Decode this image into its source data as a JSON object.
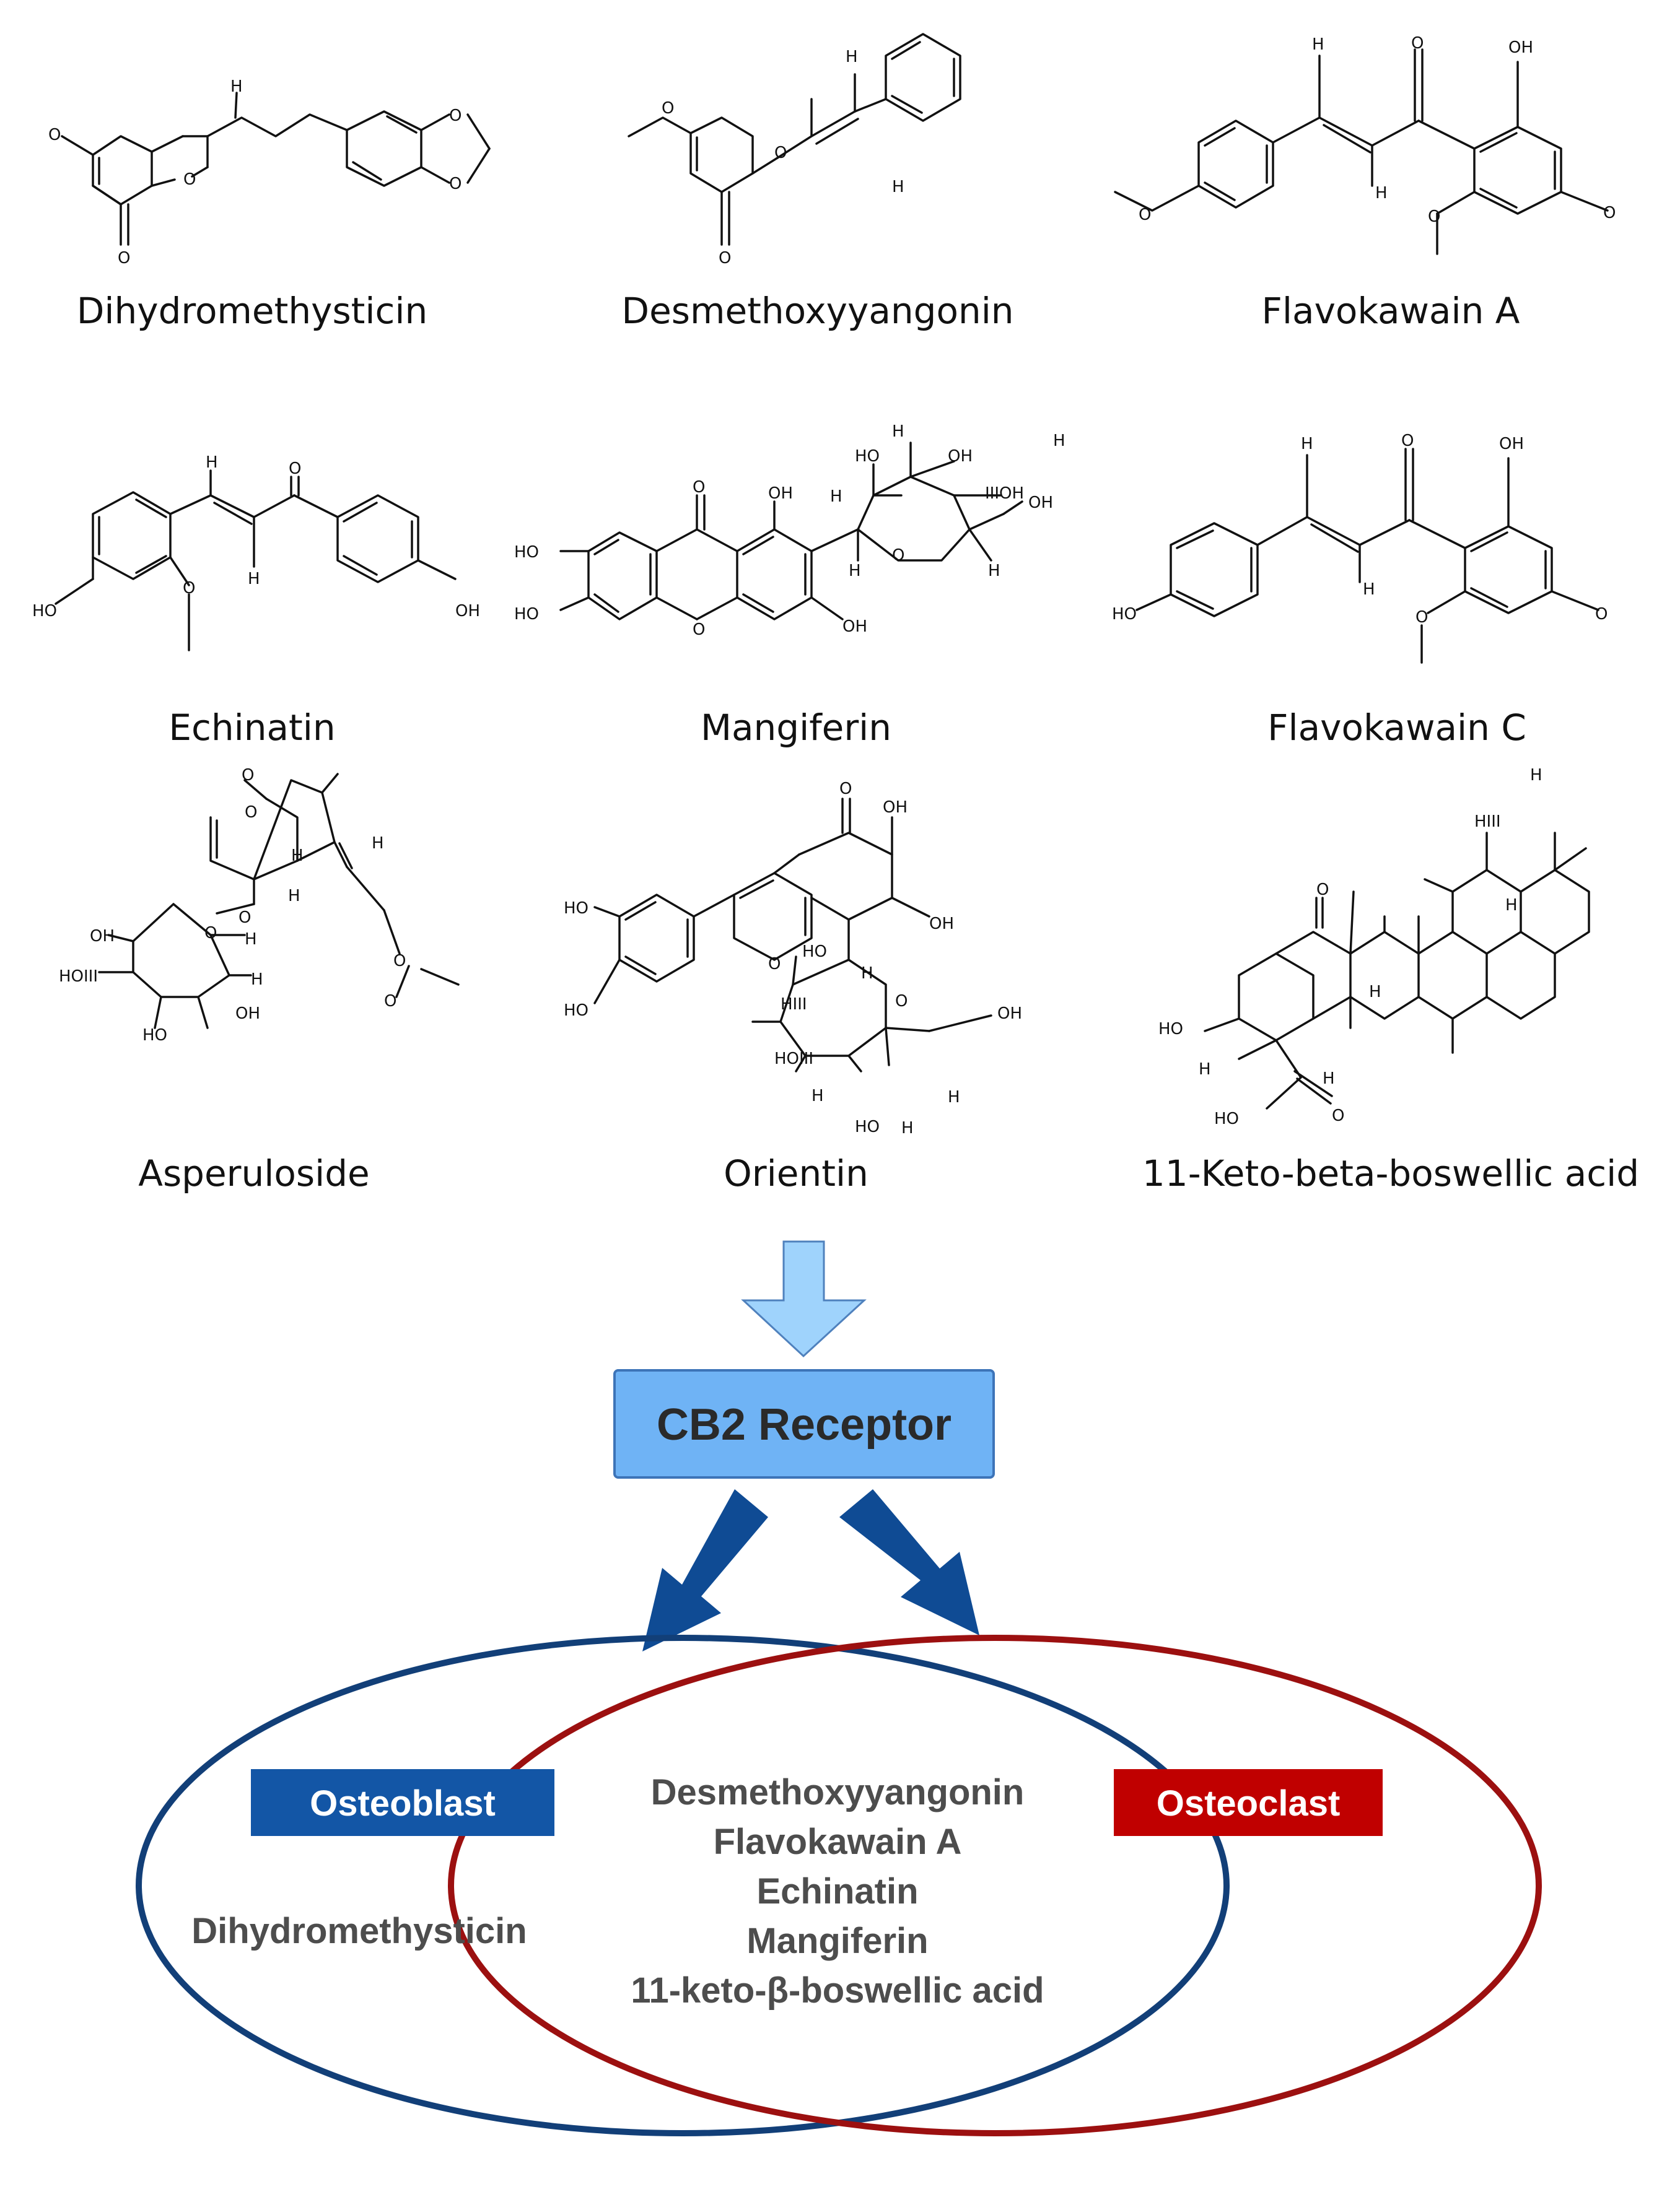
{
  "compounds": [
    {
      "name": "Dihydromethysticin"
    },
    {
      "name": "Desmethoxyyangonin"
    },
    {
      "name": "Flavokawain A"
    },
    {
      "name": "Echinatin"
    },
    {
      "name": "Mangiferin"
    },
    {
      "name": "Flavokawain C"
    },
    {
      "name": "Asperuloside"
    },
    {
      "name": "Orientin"
    },
    {
      "name": "11-Keto-beta-boswellic acid"
    }
  ],
  "atoms": {
    "o": "O",
    "h": "H",
    "oh": "OH",
    "ho": "HO",
    "hi": "HIII",
    "ioh": "IIIOH",
    "hoiii": "HOIII"
  },
  "receptor": {
    "label": "CB2 Receptor",
    "fill": "#6fb3f5",
    "border": "#3d74b8"
  },
  "venn": {
    "osteoblast": {
      "label": "Osteoblast",
      "box_color": "#1356a6",
      "ring_color": "#123f78",
      "compounds": [
        "Dihydromethysticin"
      ]
    },
    "osteoclast": {
      "label": "Osteoclast",
      "box_color": "#c00000",
      "ring_color": "#9c1010",
      "compounds": []
    },
    "both": [
      "Desmethoxyyangonin",
      "Flavokawain A",
      "Echinatin",
      "Mangiferin",
      "11-keto-β-boswellic acid"
    ]
  },
  "colors": {
    "down_arrow": "#9fd3fc",
    "down_arrow_border": "#4f81bd",
    "branch_arrows": "#0f4b94"
  }
}
